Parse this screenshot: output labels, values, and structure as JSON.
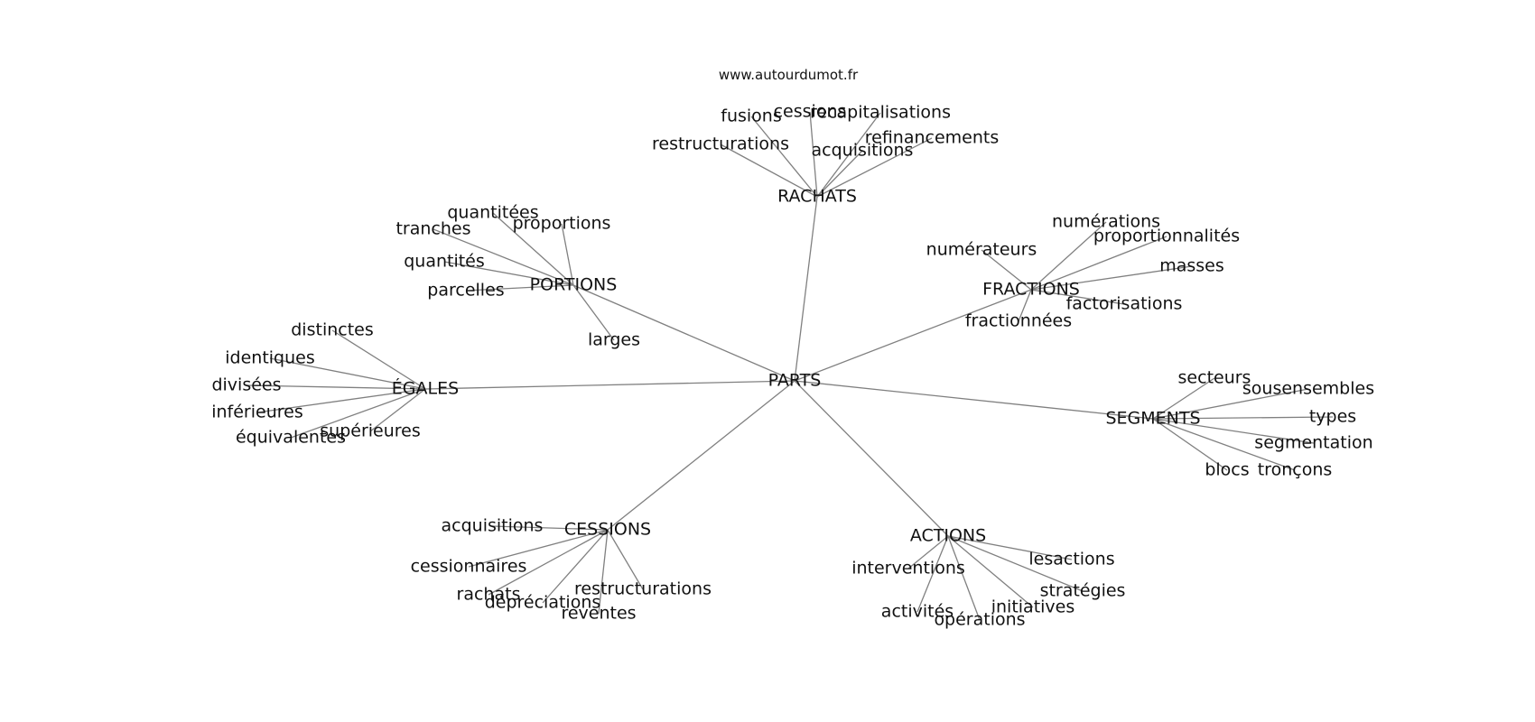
{
  "source": "www.autourdumot.fr",
  "graph": {
    "center": "PARTS",
    "branches": [
      {
        "label": "RACHATS",
        "children": [
          "fusions",
          "cessions",
          "recapitalisations",
          "refinancements",
          "restructurations",
          "acquisitions"
        ]
      },
      {
        "label": "PORTIONS",
        "children": [
          "quantitées",
          "proportions",
          "tranches",
          "quantités",
          "parcelles",
          "larges"
        ]
      },
      {
        "label": "FRACTIONS",
        "children": [
          "numérations",
          "proportionnalités",
          "numérateurs",
          "masses",
          "factorisations",
          "fractionnées"
        ]
      },
      {
        "label": "ÉGALES",
        "children": [
          "distinctes",
          "identiques",
          "divisées",
          "inférieures",
          "supérieures",
          "équivalentes"
        ]
      },
      {
        "label": "SEGMENTS",
        "children": [
          "secteurs",
          "sousensembles",
          "types",
          "segmentation",
          "blocs",
          "tronçons"
        ]
      },
      {
        "label": "CESSIONS",
        "children": [
          "acquisitions",
          "cessionnaires",
          "rachats",
          "dépréciations",
          "restructurations",
          "reventes"
        ]
      },
      {
        "label": "ACTIONS",
        "children": [
          "lesactions",
          "interventions",
          "stratégies",
          "activités",
          "initiatives",
          "opérations"
        ]
      }
    ]
  }
}
